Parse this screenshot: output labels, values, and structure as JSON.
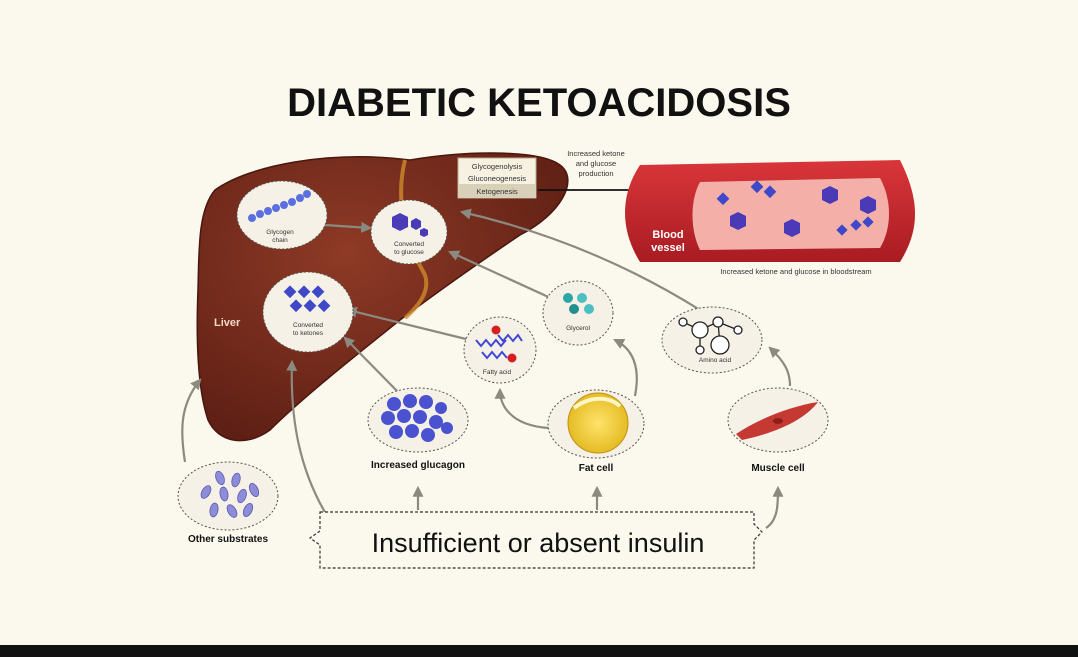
{
  "title": "DIABETIC KETOACIDOSIS",
  "liver": {
    "label": "Liver",
    "processes": [
      "Glycogenolysis",
      "Gluconeogenesis",
      "Ketogenesis"
    ]
  },
  "bubbles": {
    "glycogen": "Glycogen chain",
    "glucose": "Converted to glucose",
    "ketones": "Converted to ketones",
    "fatty_acid": "Fatty acid",
    "glycerol": "Glycerol",
    "amino_acid": "Amino acid"
  },
  "blood_vessel": {
    "label": "Blood vessel",
    "production_note": "Increased ketone and glucose production",
    "bloodstream_note": "Increased ketone and glucose in bloodstream"
  },
  "sources": {
    "other_substrates": "Other substrates",
    "glucagon": "Increased glucagon",
    "fat_cell": "Fat cell",
    "muscle_cell": "Muscle cell"
  },
  "insulin": "Insufficient or absent insulin",
  "colors": {
    "liver": "#7a2a1c",
    "blood": "#c8242a",
    "molecule": "#3f48c8",
    "arrow": "#8a8a80",
    "background": "#fbf9ee"
  }
}
